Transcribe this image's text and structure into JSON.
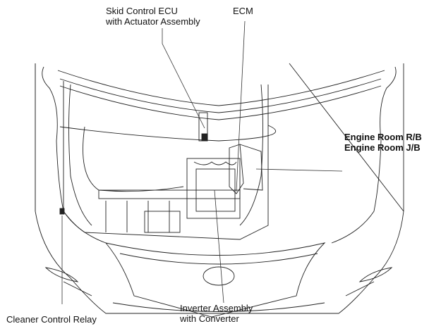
{
  "labels": {
    "skid_control": [
      "Skid Control ECU",
      "with Actuator Assembly"
    ],
    "ecm": "ECM",
    "engine_room": [
      "Engine Room R/B",
      "Engine Room J/B"
    ],
    "cleaner_relay": "Cleaner Control Relay",
    "inverter": [
      "Inverter Assembly",
      "with Converter"
    ]
  }
}
